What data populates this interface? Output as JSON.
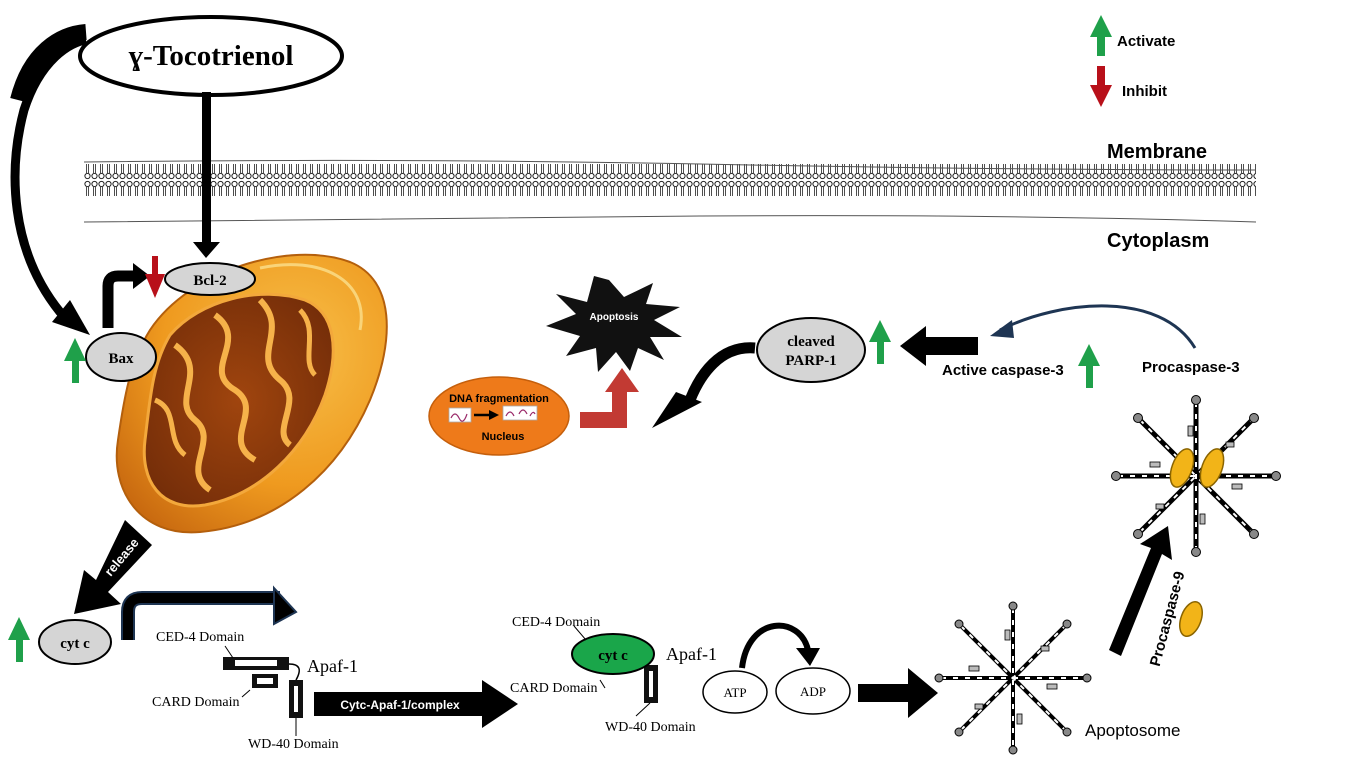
{
  "title": "ɣ-Tocotrienol",
  "legend": {
    "activate_label": "Activate",
    "inhibit_label": "Inhibit",
    "activate_color": "#1fa04a",
    "inhibit_color": "#b8101a"
  },
  "regions": {
    "membrane": "Membrane",
    "cytoplasm": "Cytoplasm"
  },
  "nodes": {
    "bcl2": "Bcl-2",
    "bax": "Bax",
    "cytc": "cyt c",
    "cytc_complex": "cyt c",
    "apoptosis": "Apoptosis",
    "dna_fragmentation": "DNA fragmentation",
    "nucleus": "Nucleus",
    "cleaved_parp_line1": "cleaved",
    "cleaved_parp_line2": "PARP-1",
    "active_caspase3": "Active caspase-3",
    "procaspase3": "Procaspase-3",
    "procaspase9": "Procaspase-9",
    "atp": "ATP",
    "adp": "ADP",
    "apoptosome": "Apoptosome"
  },
  "apaf": {
    "name": "Apaf-1",
    "ced4": "CED-4 Domain",
    "card": "CARD Domain",
    "wd40": "WD-40 Domain"
  },
  "arrows": {
    "release": "release",
    "complex": "Cytc-Apaf-1/complex"
  }
}
